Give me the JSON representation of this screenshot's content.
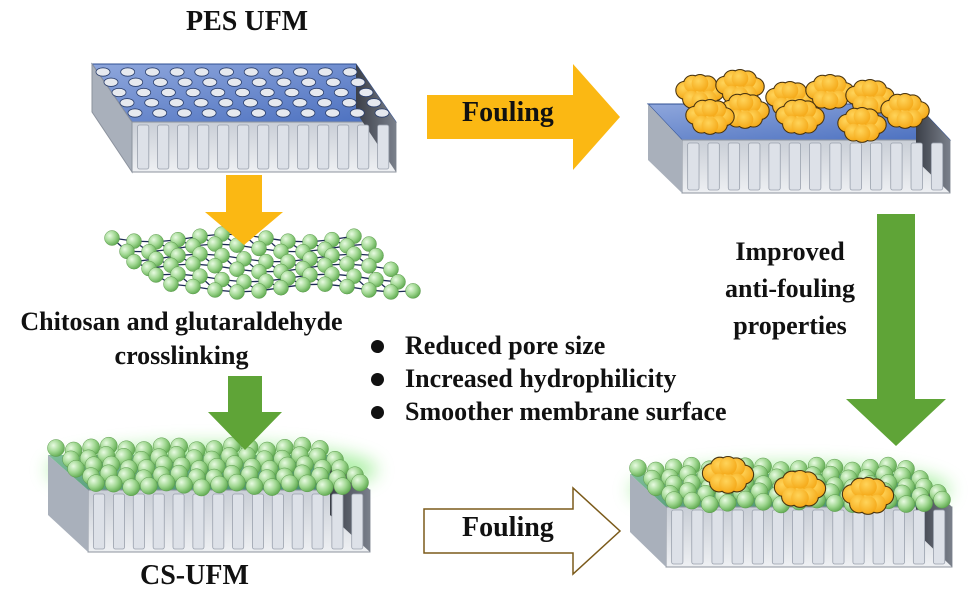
{
  "labels": {
    "pes_ufm": "PES UFM",
    "crosslink_line1": "Chitosan and glutaraldehyde",
    "crosslink_line2": "crosslinking",
    "cs_ufm": "CS-UFM",
    "improved_line1": "Improved",
    "improved_line2": "anti-fouling",
    "improved_line3": "properties"
  },
  "arrows": {
    "fouling_top": "Fouling",
    "fouling_bottom": "Fouling"
  },
  "bullets": [
    "Reduced pore size",
    "Increased hydrophilicity",
    "Smoother membrane surface"
  ],
  "colors": {
    "membrane_top": "#5b7ec9",
    "membrane_side": "#b7bec9",
    "membrane_pore": "#d7dbe2",
    "chitosan_sphere": "#9fd790",
    "glow": "#7fe37a",
    "foulant": "#f6b21a",
    "orange_arrow": "#fbb813",
    "green_arrow": "#5fa437"
  }
}
